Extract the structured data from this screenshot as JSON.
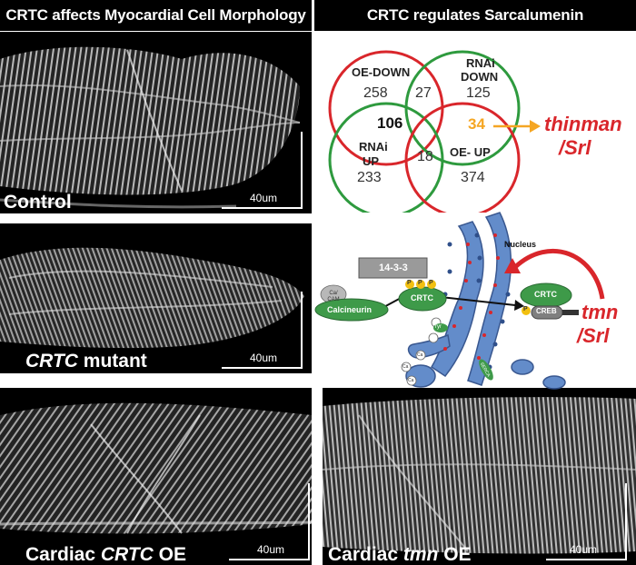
{
  "titles": {
    "left": "CRTC  affects Myocardial Cell Morphology",
    "right": "CRTC regulates Sarcalumenin"
  },
  "panels": [
    {
      "label": "Control",
      "scale": "40um"
    },
    {
      "label_prefix": "",
      "label_italic": "CRTC",
      "label_suffix": " mutant",
      "scale": "40um"
    },
    {
      "label_prefix": "Cardiac ",
      "label_italic": "CRTC",
      "label_suffix": " OE",
      "scale": "40um"
    },
    {
      "label_prefix": "Cardiac ",
      "label_italic": "tmn",
      "label_suffix": " OE",
      "scale": "40um"
    }
  ],
  "venn": {
    "oe_down": {
      "label": "OE-DOWN",
      "value": "258",
      "color": "#d9262b"
    },
    "rnai_down": {
      "label_line1": "RNAi",
      "label_line2": "DOWN",
      "value": "125",
      "color": "#2e9a3e"
    },
    "rnai_up": {
      "label_line1": "RNAi",
      "label_line2": "UP",
      "value": "233",
      "color": "#2e9a3e"
    },
    "oe_up": {
      "label": "OE- UP",
      "value": "374",
      "color": "#d9262b"
    },
    "overlap_top": "27",
    "overlap_center": "106",
    "overlap_highlight": "34",
    "overlap_bottom": "18",
    "highlight_color": "#f5a623",
    "target_line1": "thinman",
    "target_line2": "/Srl"
  },
  "pathway": {
    "nucleus": "Nucleus",
    "protein_1433": "14-3-3",
    "ca_cam": "Ca/ CAM",
    "calcineurin": "Calcineurin",
    "crtc_cyto": "CRTC",
    "crtc_nuc": "CRTC",
    "creb": "CREB",
    "p": "P",
    "ca": "Ca",
    "ryr": "ryr",
    "serca": "SERCA",
    "gene_line1": "tmn",
    "gene_line2": "/Srl"
  }
}
